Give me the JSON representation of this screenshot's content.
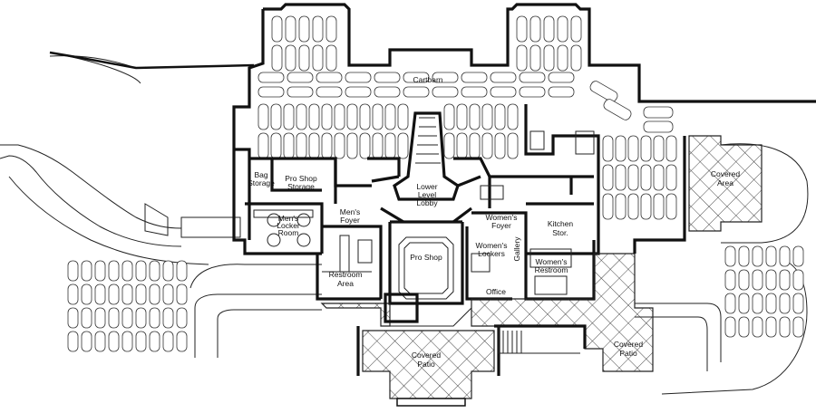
{
  "labels": {
    "cartbarn": "Cartbarn",
    "lower_level_lobby": [
      "Lower",
      "Level",
      "Lobby"
    ],
    "bag_storage": [
      "Bag",
      "Storage"
    ],
    "pro_shop_storage": [
      "Pro Shop",
      "Storage"
    ],
    "mens_locker_room": [
      "Men's",
      "Locker",
      "Room"
    ],
    "mens_foyer": [
      "Men's",
      "Foyer"
    ],
    "womens_foyer": [
      "Women's",
      "Foyer"
    ],
    "kitchen_stor": [
      "Kitchen",
      "Stor."
    ],
    "pro_shop": "Pro Shop",
    "womens_lockers": [
      "Women's",
      "Lockers"
    ],
    "gallery": "Gallery",
    "womens_restroom": [
      "Women's",
      "Restroom"
    ],
    "restroom_area": [
      "Restroom",
      "Area"
    ],
    "office": "Office",
    "covered_area": [
      "Covered",
      "Area"
    ],
    "covered_patio_center": [
      "Covered",
      "Patio"
    ],
    "covered_patio_right": [
      "Covered",
      "Patio"
    ]
  }
}
